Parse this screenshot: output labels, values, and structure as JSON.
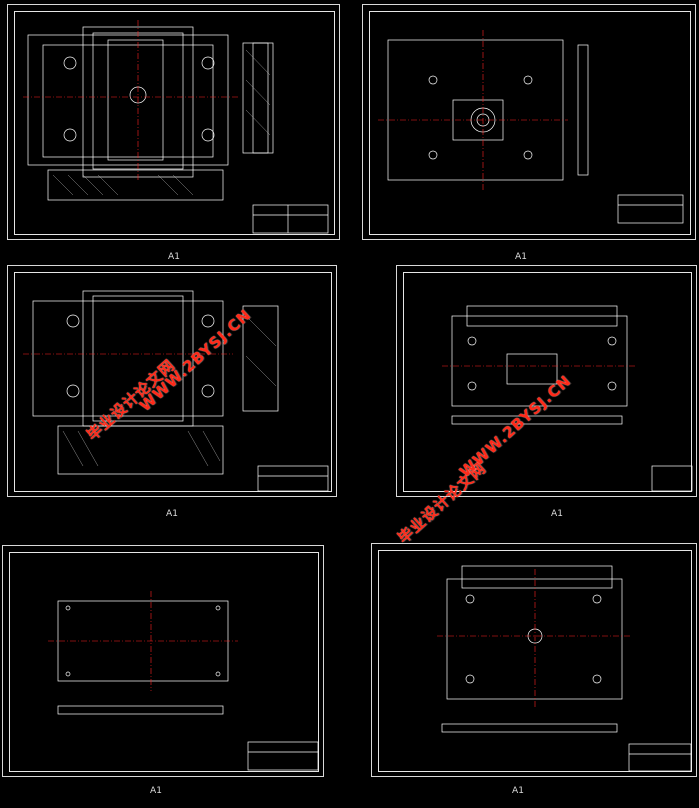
{
  "sheets": [
    {
      "caption": "A1"
    },
    {
      "caption": "A1"
    },
    {
      "caption": "A1"
    },
    {
      "caption": "A1"
    },
    {
      "caption": "A1"
    },
    {
      "caption": "A1"
    }
  ],
  "watermarks": {
    "cn_text": "毕业设计论文网",
    "url_text": "WWW.2BYSJ.CN"
  },
  "colors": {
    "line": "#ffffff",
    "center": "#ff2020",
    "hatch": "#cccccc",
    "dim": "#7fd8ff",
    "watermark": "#ff2a1a"
  }
}
